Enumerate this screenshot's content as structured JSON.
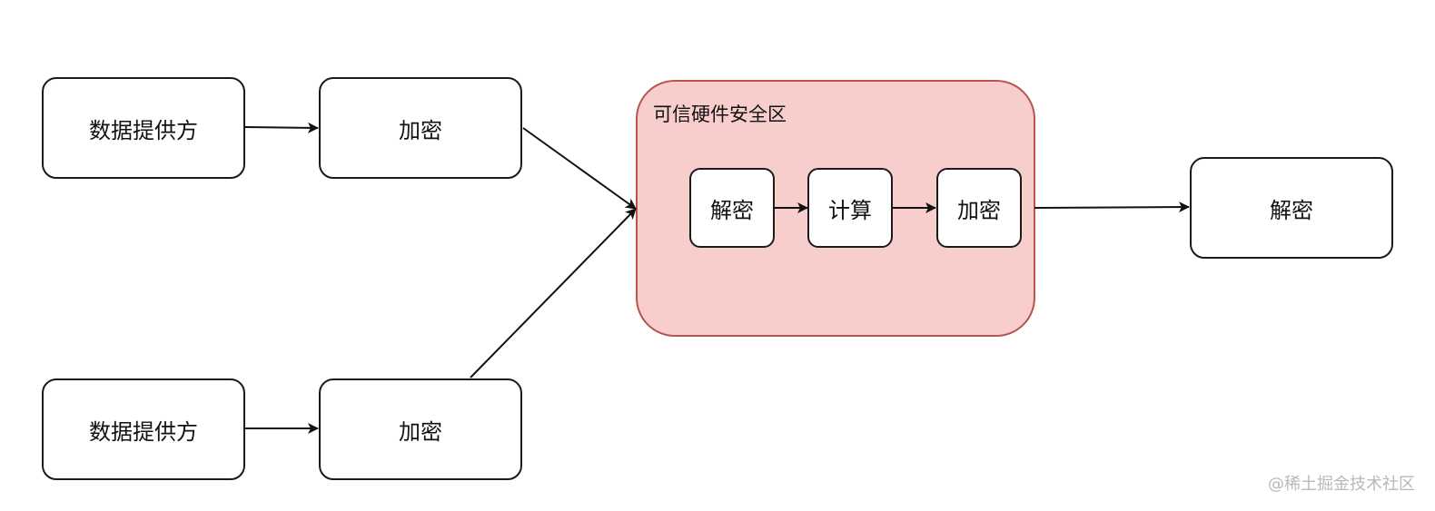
{
  "colors": {
    "enclave_fill": "#f8cecc",
    "enclave_border": "#b85450",
    "node_border": "#1a1a1a",
    "edge": "#111111"
  },
  "nodes": {
    "provider_1": "数据提供方",
    "encrypt_1": "加密",
    "provider_2": "数据提供方",
    "encrypt_2": "加密",
    "output_decrypt": "解密"
  },
  "enclave": {
    "title": "可信硬件安全区",
    "steps": [
      "解密",
      "计算",
      "加密"
    ]
  },
  "watermark": "@稀土掘金技术社区"
}
